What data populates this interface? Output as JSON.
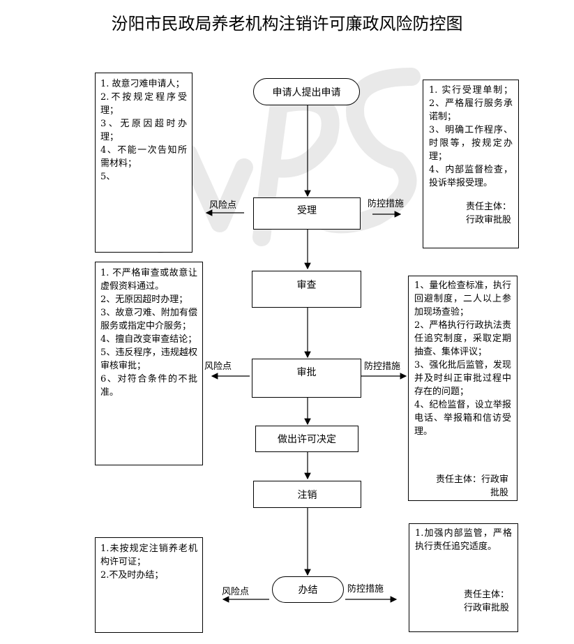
{
  "title": "汾阳市民政局养老机构注销许可廉政风险防控图",
  "nodes": {
    "apply": "申请人提出申请",
    "accept": "受理",
    "review": "审查",
    "approve": "审批",
    "decide": "做出许可决定",
    "cancel": "注销",
    "finish": "办结"
  },
  "labels": {
    "risk_point": "风险点",
    "control_measure": "防控措施"
  },
  "risk_boxes": {
    "accept": "1. 故意刁难申请人；\n2.不按规定程序受理；\n3、无原因超时办理；\n4、不能一次告知所需材料；\n5、",
    "approve": "1. 不严格审查或故意让虚假资料通过。\n2、无原因超时办理；\n3、故意刁难、附加有偿服务或指定中介服务；\n4、擅自改变审查结论；\n5、违反程序，违规越权审核审批；\n6、对符合条件的不批准。",
    "finish": "1.未按规定注销养老机构许可证；\n2.不及时办结；"
  },
  "measure_boxes": {
    "accept": "1. 实行受理单制；2、严格履行服务承诺制；\n3、明确工作程序、时限等，按规定办理；\n4、内部监督检查，投诉举报受理。",
    "accept_resp": "责任主体：\n行政审批股",
    "approve": "1、量化检查标准，执行回避制度，二人以上参加现场查验；\n2、严格执行行政执法责任追究制度，采取定期抽查、集体评议；\n3、强化批后监管，发现并及时纠正审批过程中存在的问题；\n4、纪检监督，设立举报电话、举报箱和信访受理。",
    "approve_resp": "责任主体：行政审\n批股",
    "finish": "1.加强内部监管，严格执行责任追究适度。",
    "finish_resp": "责任主体：\n行政审批股"
  },
  "watermark": "WPS"
}
